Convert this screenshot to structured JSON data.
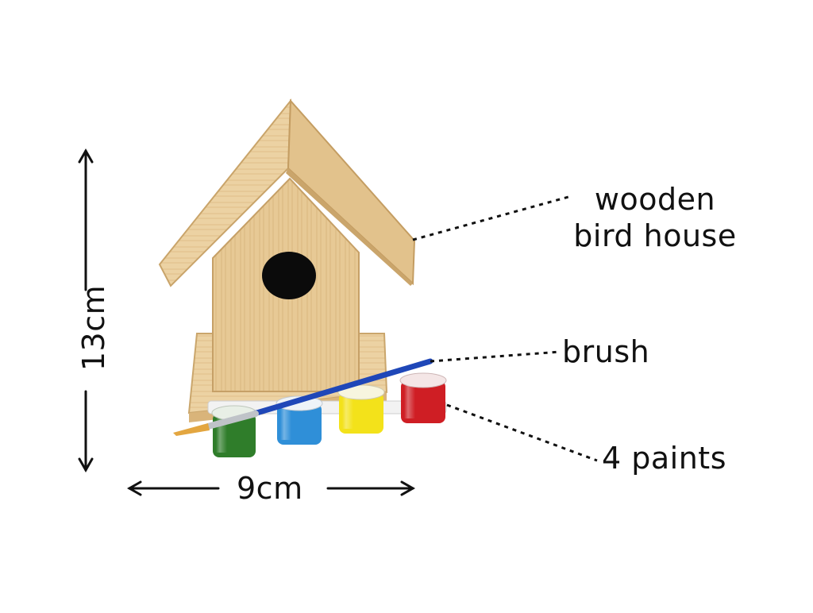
{
  "labels": {
    "wooden_bird_house": "wooden bird house",
    "brush": "brush",
    "paints": "4 paints"
  },
  "dimensions": {
    "width": "9cm",
    "height": "13cm"
  },
  "colors": {
    "wood": "#e9cc9a",
    "wood_dark": "#c9a46a",
    "paint_green": "#2f7d2a",
    "paint_blue": "#2f8fd8",
    "paint_yellow": "#f3e21a",
    "paint_red": "#cf1e24",
    "brush_handle": "#1f47b8"
  }
}
